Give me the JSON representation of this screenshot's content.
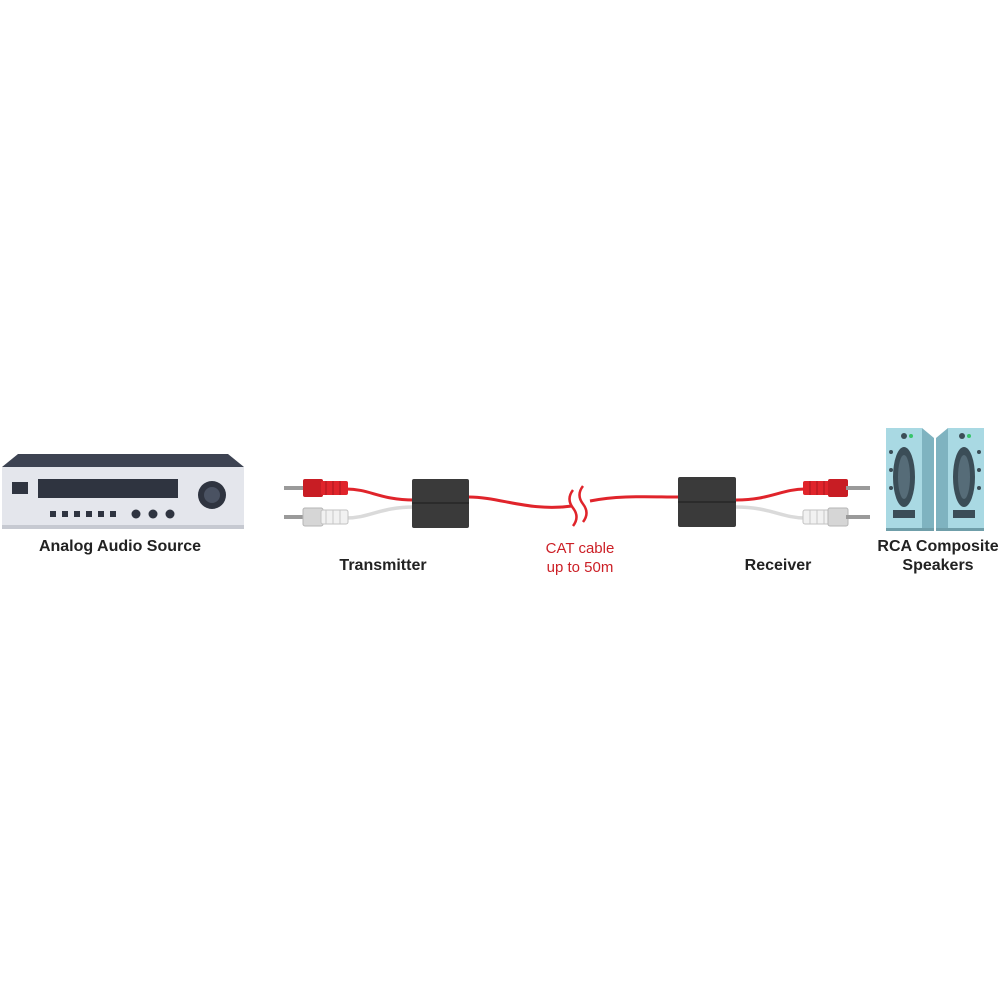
{
  "labels": {
    "source": "Analog Audio Source",
    "transmitter": "Transmitter",
    "cable_line1": "CAT cable",
    "cable_line2": "up to 50m",
    "speakers_line1": "RCA Composite",
    "speakers_line2": "Speakers"
  },
  "colors": {
    "cable_red": "#e0242b",
    "cable_label_red": "#cc1f26",
    "rca_white": "#f1f1f1",
    "device_body": "#e4e6ec",
    "device_dark": "#3d4352",
    "balun_box": "#3a3a3a",
    "speaker_cyan": "#a9d9e3",
    "speaker_dark": "#3b4d57"
  },
  "icons": {
    "source": "audio-receiver-icon",
    "transmitter": "balun-transmitter-icon",
    "receiver": "balun-receiver-icon",
    "speakers": "speaker-pair-icon"
  }
}
